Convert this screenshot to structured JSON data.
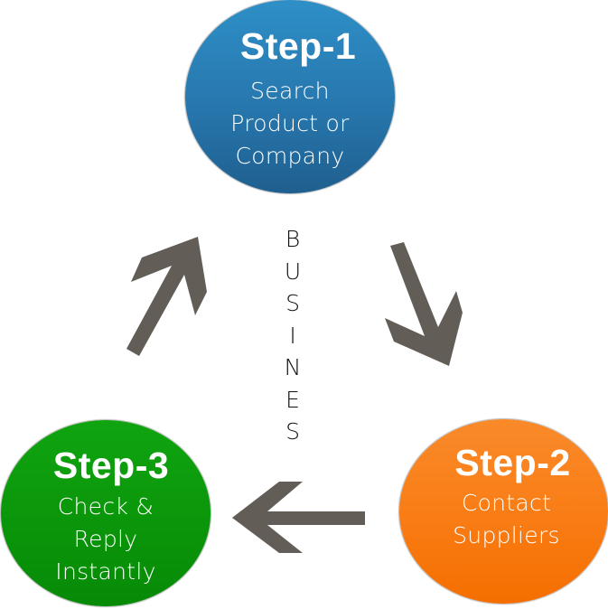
{
  "diagram": {
    "type": "cycle",
    "center_word_letters": [
      "B",
      "U",
      "S",
      "I",
      "N",
      "E",
      "S"
    ],
    "arrow_color": "#625e57",
    "steps": [
      {
        "id": "step-1",
        "title": "Step-1",
        "lines": [
          "Search",
          "Product or",
          "Company"
        ],
        "color": "#2777ad"
      },
      {
        "id": "step-2",
        "title": "Step-2",
        "lines": [
          "Contact",
          "Suppliers"
        ],
        "color": "#f97c14"
      },
      {
        "id": "step-3",
        "title": "Step-3",
        "lines": [
          "Check &",
          "Reply",
          "Instantly"
        ],
        "color": "#0a960a"
      }
    ],
    "arrows": [
      {
        "from": "step-1",
        "to": "step-2",
        "direction": "down-right"
      },
      {
        "from": "step-2",
        "to": "step-3",
        "direction": "left"
      },
      {
        "from": "step-3",
        "to": "step-1",
        "direction": "up-right"
      }
    ]
  }
}
